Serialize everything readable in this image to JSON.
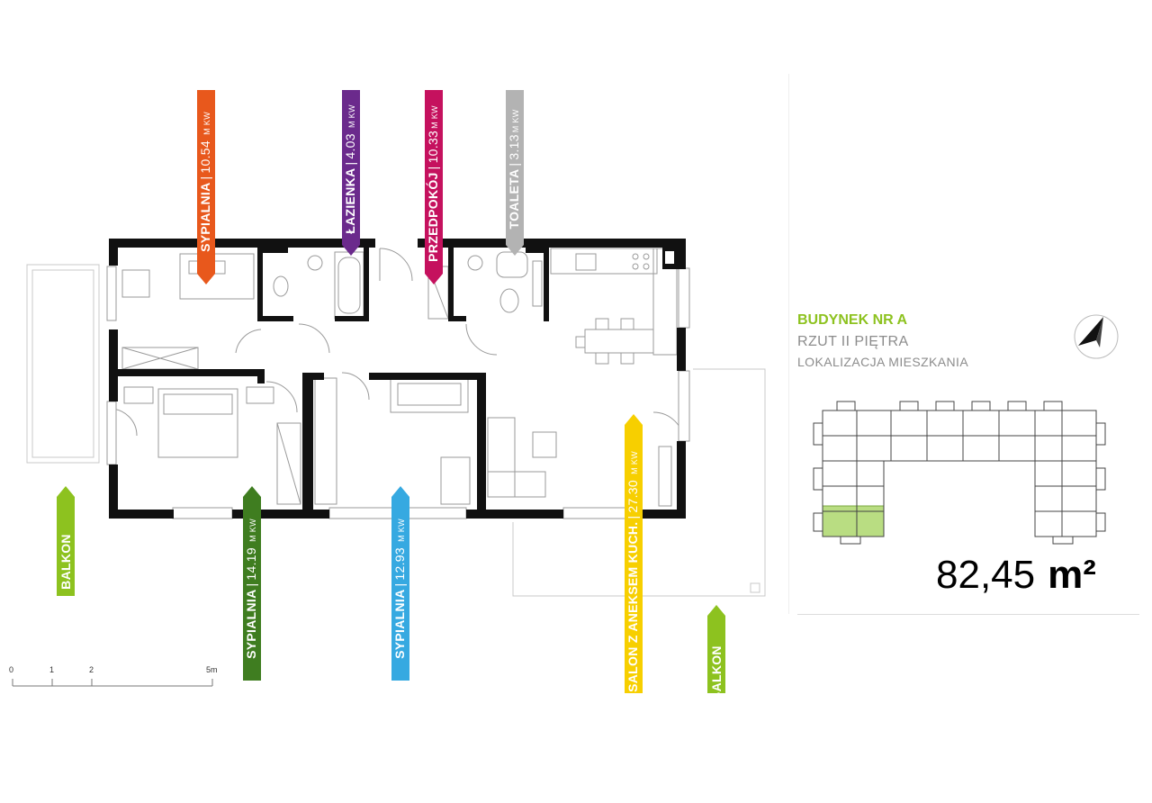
{
  "floor_info": {
    "building": "BUDYNEK NR A",
    "floor": "RZUT II PIĘTRA",
    "section": "LOKALIZACJA MIESZKANIA"
  },
  "apartment": {
    "area_value": "82,45",
    "area_unit": "m²"
  },
  "scale": {
    "ticks": [
      "0",
      "1",
      "2",
      "5m"
    ]
  },
  "rooms": [
    {
      "name": "SYPIALNIA",
      "area": "10.54",
      "unit": "M KW",
      "color": "#e8581c"
    },
    {
      "name": "ŁAZIENKA",
      "area": "4.03",
      "unit": "M KW",
      "color": "#6b2a8c"
    },
    {
      "name": "PRZEDPOKÓJ",
      "area": "10.33",
      "unit": "M KW",
      "color": "#c5115e"
    },
    {
      "name": "TOALETA",
      "area": "3.13",
      "unit": "M KW",
      "color": "#b3b3b3"
    },
    {
      "name": "BALKON",
      "area": "",
      "unit": "",
      "color": "#8dc21f"
    },
    {
      "name": "SYPIALNIA",
      "area": "14.19",
      "unit": "M KW",
      "color": "#3f7d20"
    },
    {
      "name": "SYPIALNIA",
      "area": "12.93",
      "unit": "M KW",
      "color": "#36a9e1"
    },
    {
      "name": "SALON Z ANEKSEM KUCH.",
      "area": "27.30",
      "unit": "M KW",
      "color": "#f7cf00"
    },
    {
      "name": "BALKON",
      "area": "",
      "unit": "",
      "color": "#8dc21f"
    }
  ],
  "colors": {
    "wall": "#111111",
    "highlight": "#b9dd82",
    "accent_green": "#8dc21f"
  },
  "icons": {
    "compass": "north-arrow-icon"
  }
}
